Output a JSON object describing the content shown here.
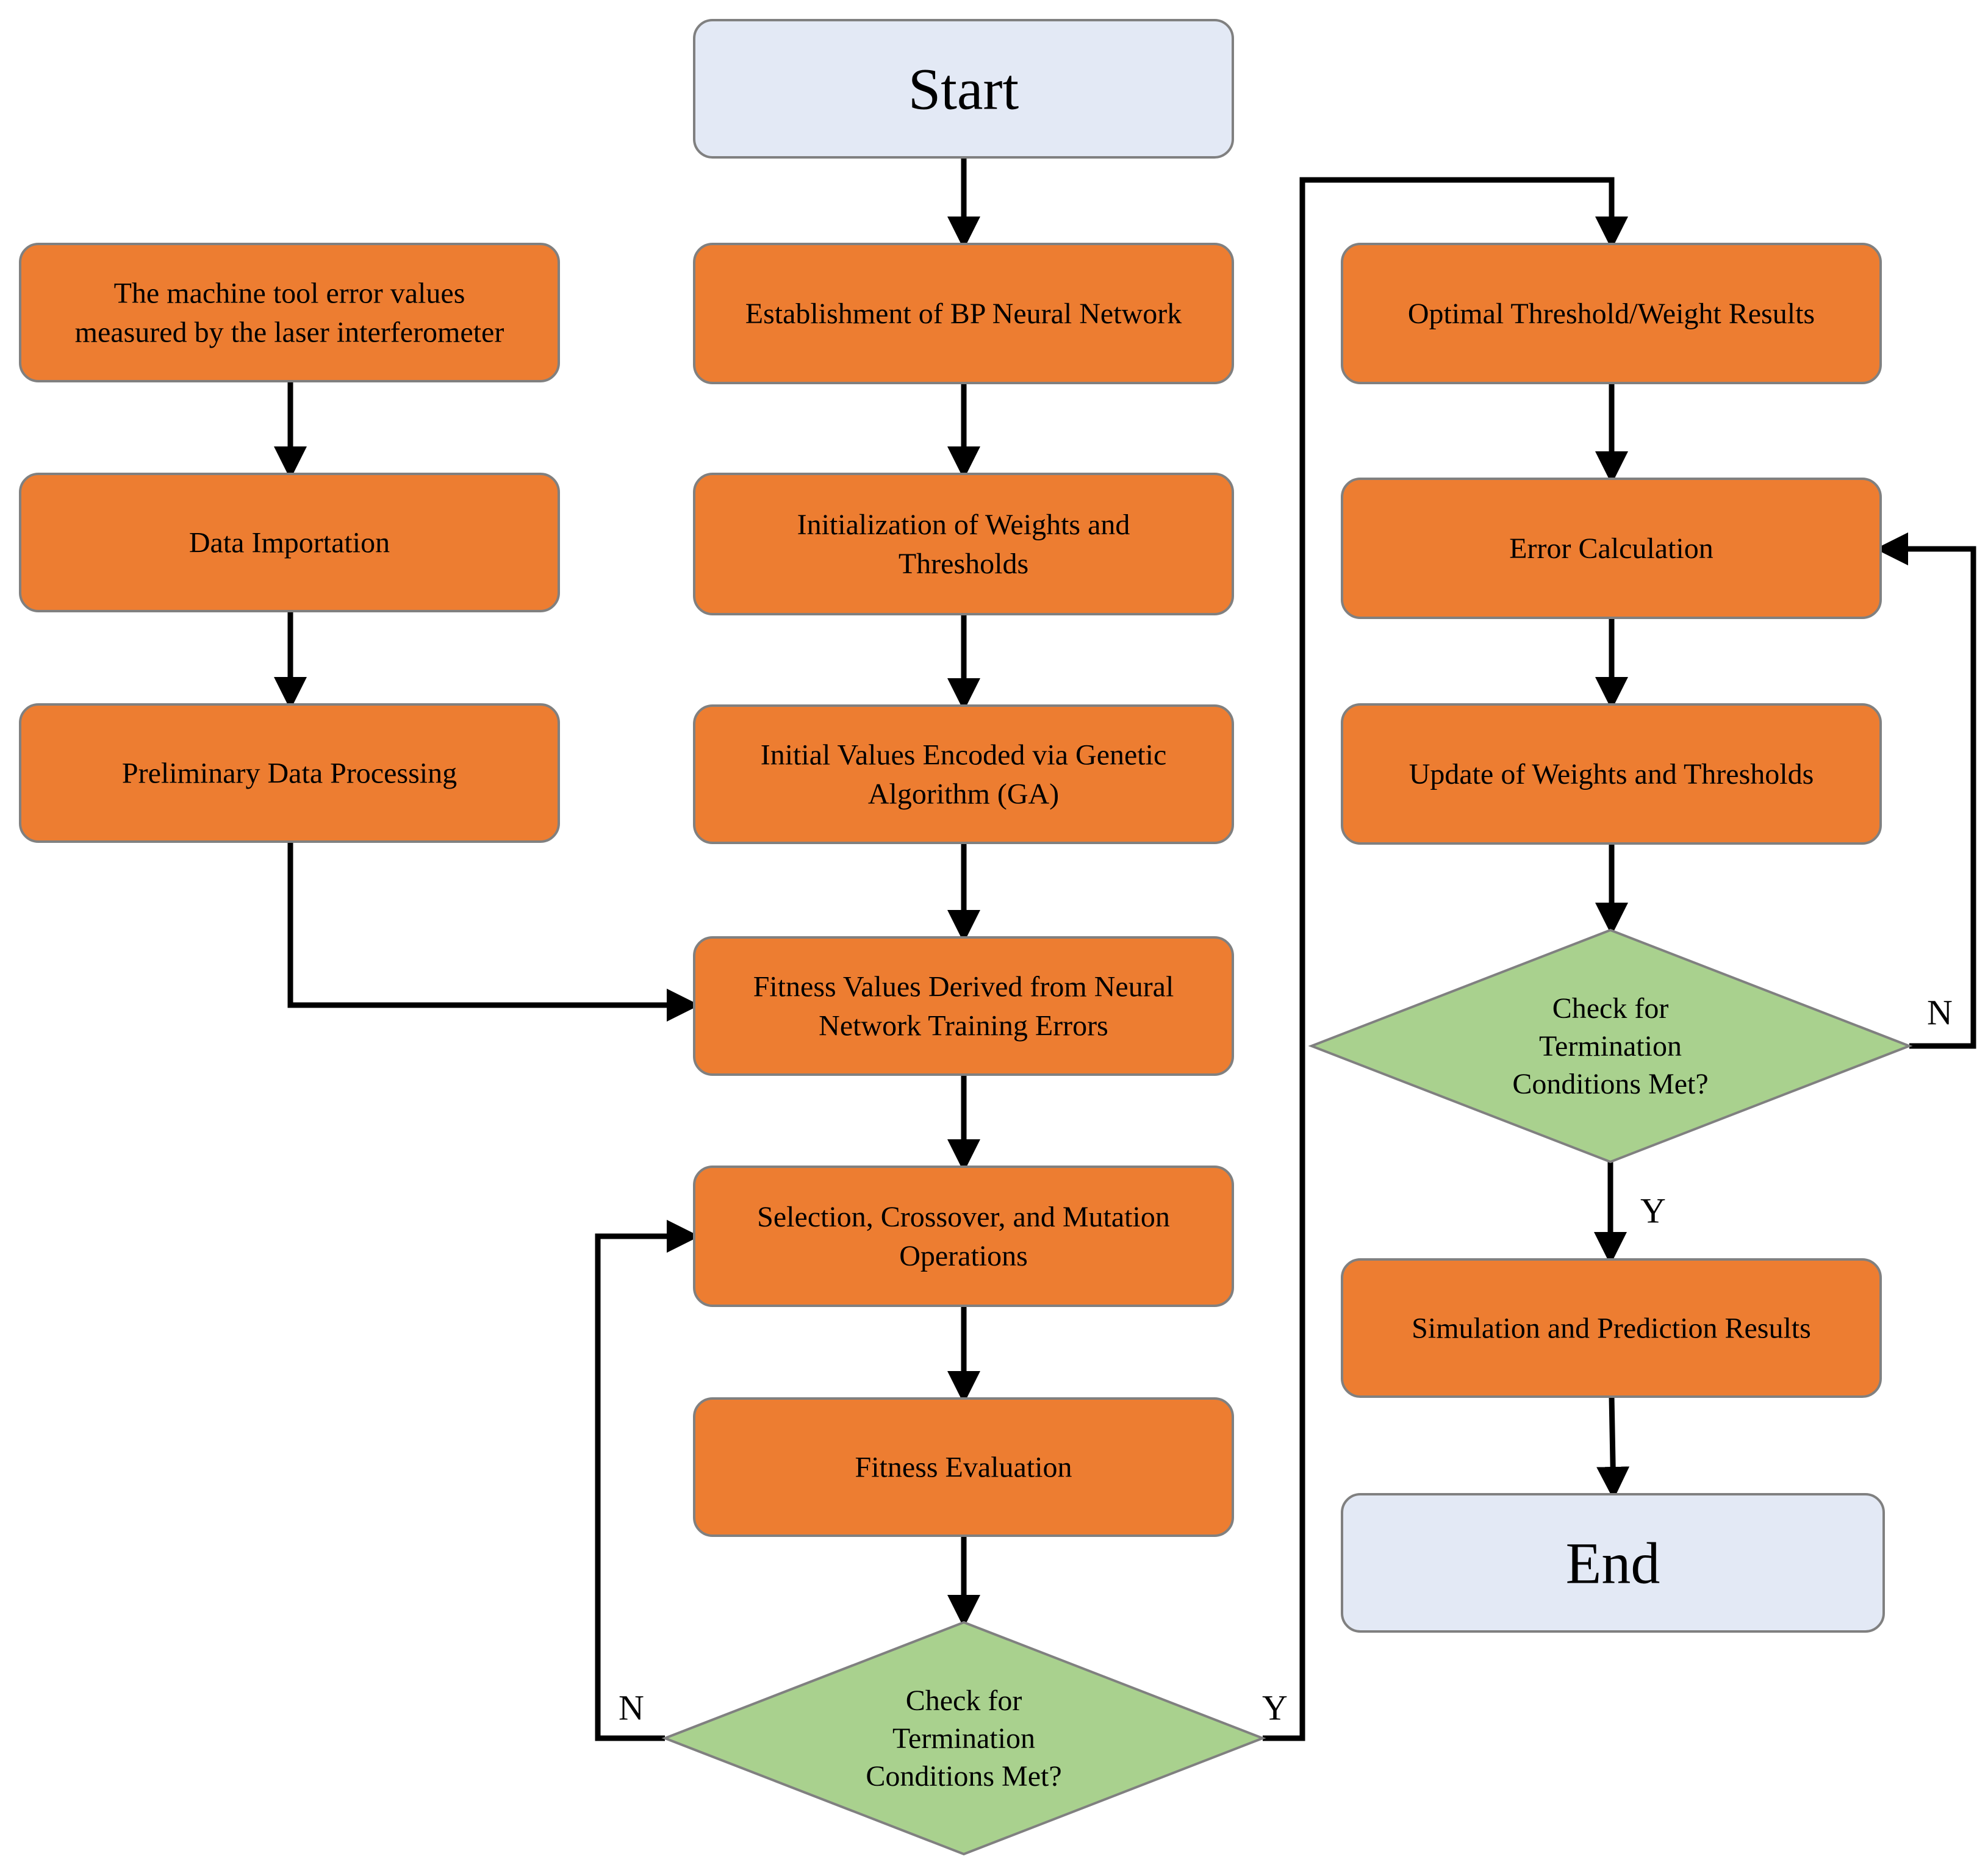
{
  "colors": {
    "process_fill": "#ED7D31",
    "terminal_fill": "#E3E9F5",
    "decision_fill": "#A9D18E",
    "border": "#808080",
    "arrow": "#000000"
  },
  "nodes": {
    "start": {
      "lines": [
        "Start"
      ]
    },
    "laser": {
      "lines": [
        "The machine tool error values",
        "measured by the laser interferometer"
      ]
    },
    "import": {
      "lines": [
        "Data Importation"
      ]
    },
    "prelim": {
      "lines": [
        "Preliminary Data Processing"
      ]
    },
    "bp": {
      "lines": [
        "Establishment of BP Neural Network"
      ]
    },
    "init": {
      "lines": [
        "Initialization of Weights and",
        "Thresholds"
      ]
    },
    "ga": {
      "lines": [
        "Initial Values Encoded via Genetic",
        "Algorithm (GA)"
      ]
    },
    "fitness_values": {
      "lines": [
        "Fitness Values Derived from Neural",
        "Network Training Errors"
      ]
    },
    "selection": {
      "lines": [
        "Selection, Crossover, and Mutation",
        "Operations"
      ]
    },
    "fitness_eval": {
      "lines": [
        "Fitness Evaluation"
      ]
    },
    "check1": {
      "lines": [
        "Check for",
        "Termination",
        "Conditions Met?"
      ]
    },
    "optimal": {
      "lines": [
        "Optimal Threshold/Weight Results"
      ]
    },
    "error_calc": {
      "lines": [
        "Error Calculation"
      ]
    },
    "update": {
      "lines": [
        "Update of Weights and Thresholds"
      ]
    },
    "check2": {
      "lines": [
        "Check for",
        "Termination",
        "Conditions Met?"
      ]
    },
    "sim": {
      "lines": [
        "Simulation and Prediction Results"
      ]
    },
    "end": {
      "lines": [
        "End"
      ]
    }
  },
  "edge_labels": {
    "check1_no": "N",
    "check1_yes": "Y",
    "check2_no": "N",
    "check2_yes": "Y"
  }
}
